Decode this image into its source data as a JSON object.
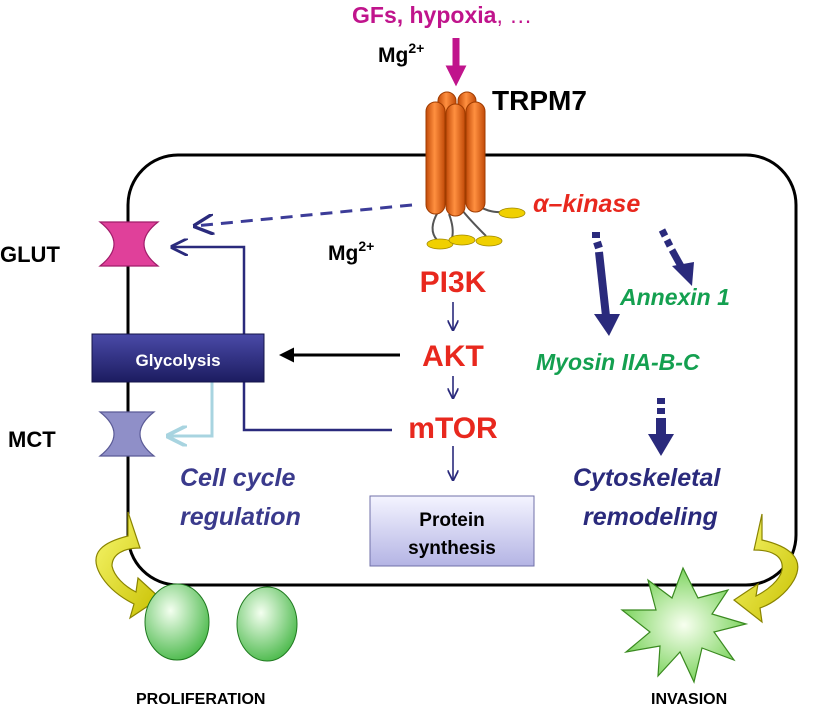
{
  "labels": {
    "stimuli": "GFs, hypoxia",
    "stimuli_suffix": ", …",
    "mg_top": "Mg",
    "mg_top_sup": "2+",
    "mg_inner": "Mg",
    "mg_inner_sup": "2+",
    "channel": "TRPM7",
    "kinase": "α–kinase",
    "pi3k": "PI3K",
    "akt": "AKT",
    "mtor": "mTOR",
    "glut": "GLUT",
    "mct": "MCT",
    "glycolysis": "Glycolysis",
    "protein_line1": "Protein",
    "protein_line2": "synthesis",
    "annexin": "Annexin 1",
    "myosin": "Myosin IIA-B-C",
    "cell_cycle_line1": "Cell cycle",
    "cell_cycle_line2": "regulation",
    "cyto_line1": "Cytoskeletal",
    "cyto_line2": "remodeling",
    "proliferation": "PROLIFERATION",
    "invasion": "INVASION"
  },
  "colors": {
    "magenta": "#c0148c",
    "red": "#e8281e",
    "green": "#14a050",
    "navy": "#2a2a7c",
    "channel_orange": "#f07020",
    "tail_yellow": "#f0d000",
    "glut_pink": "#e0409a",
    "mct_lavender": "#8f8fc8",
    "glycolysis_box": "#2a2a7c",
    "protein_box": "#c8c8ee",
    "cell_green": "#88dd80",
    "burst_green": "#8ee060",
    "yellow_arrow": "#e8e020"
  }
}
